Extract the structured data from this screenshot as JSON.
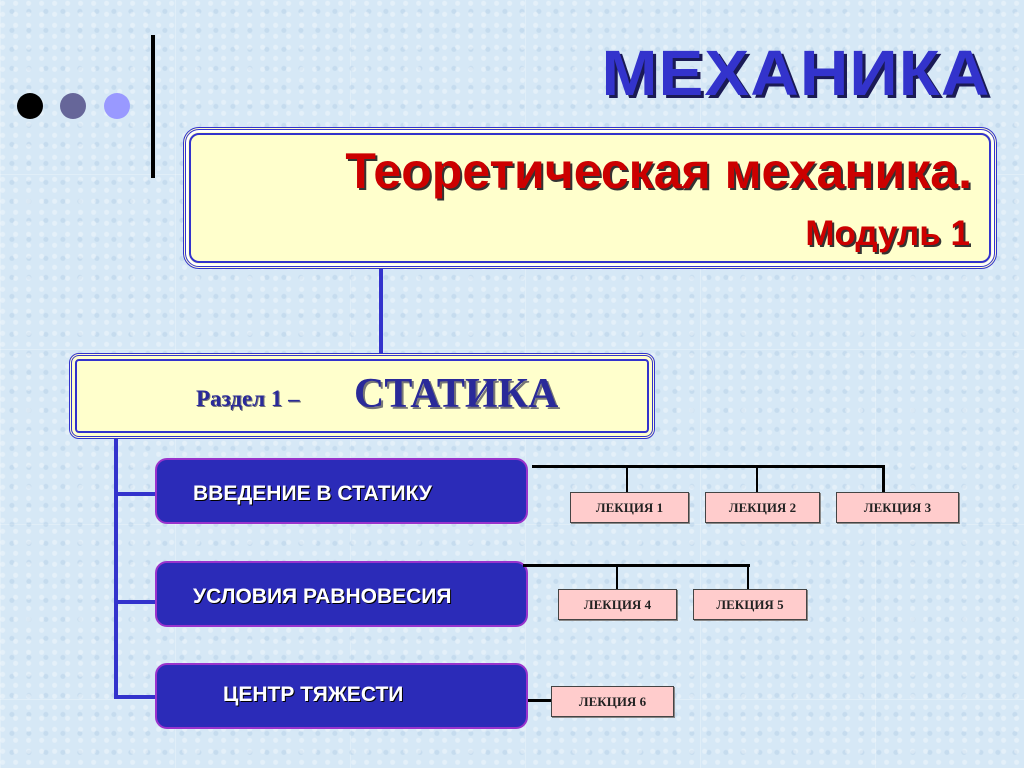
{
  "header": {
    "title": "МЕХАНИКА"
  },
  "course": {
    "title": "Теоретическая механика.",
    "module": "Модуль 1"
  },
  "section": {
    "prefix": "Раздел  1  –",
    "name": "СТАТИКА"
  },
  "topics": [
    {
      "label": "ВВЕДЕНИЕ В СТАТИКУ",
      "lectures": [
        "ЛЕКЦИЯ 1",
        "ЛЕКЦИЯ 2",
        "ЛЕКЦИЯ 3"
      ]
    },
    {
      "label": "УСЛОВИЯ РАВНОВЕСИЯ",
      "lectures": [
        "ЛЕКЦИЯ 4",
        "ЛЕКЦИЯ 5"
      ]
    },
    {
      "label": "ЦЕНТР ТЯЖЕСТИ",
      "lectures": [
        "ЛЕКЦИЯ 6"
      ]
    }
  ],
  "colors": {
    "accent": "#3333cc",
    "title_red": "#cc0000",
    "box_fill": "#ffffcc",
    "topic_fill": "#2b2bb8",
    "lecture_fill": "#ffcccc"
  }
}
